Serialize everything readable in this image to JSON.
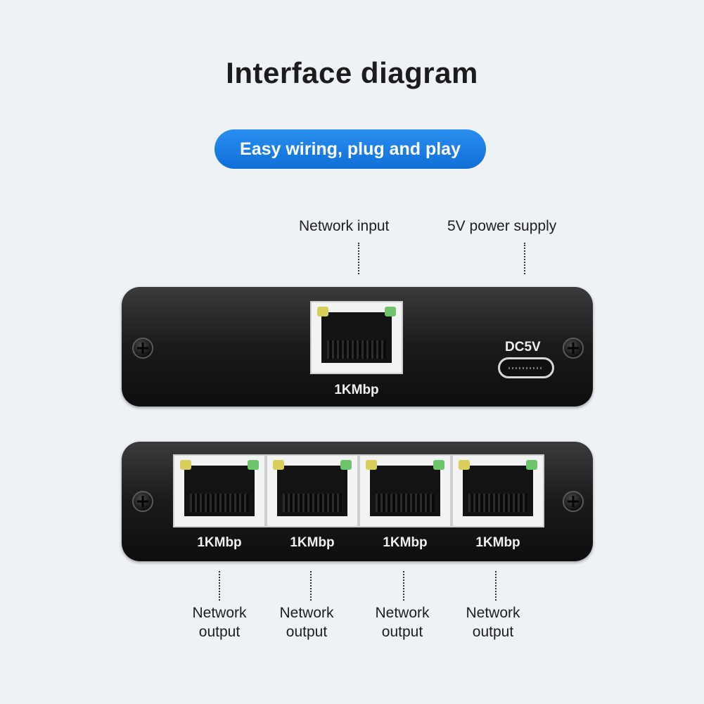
{
  "title": "Interface diagram",
  "subtitle": "Easy wiring, plug and play",
  "colors": {
    "accent": "#1a7ee6",
    "background": "#eef1f6",
    "panel": "#1a1a1b"
  },
  "top_labels": {
    "network_input": "Network input",
    "power_supply": "5V power supply"
  },
  "front_panel": {
    "input_port_speed": "1KMbp",
    "power_label": "DC5V"
  },
  "back_panel": {
    "ports": [
      {
        "speed": "1KMbp"
      },
      {
        "speed": "1KMbp"
      },
      {
        "speed": "1KMbp"
      },
      {
        "speed": "1KMbp"
      }
    ]
  },
  "bottom_labels": [
    {
      "line1": "Network",
      "line2": "output"
    },
    {
      "line1": "Network",
      "line2": "output"
    },
    {
      "line1": "Network",
      "line2": "output"
    },
    {
      "line1": "Network",
      "line2": "output"
    }
  ]
}
